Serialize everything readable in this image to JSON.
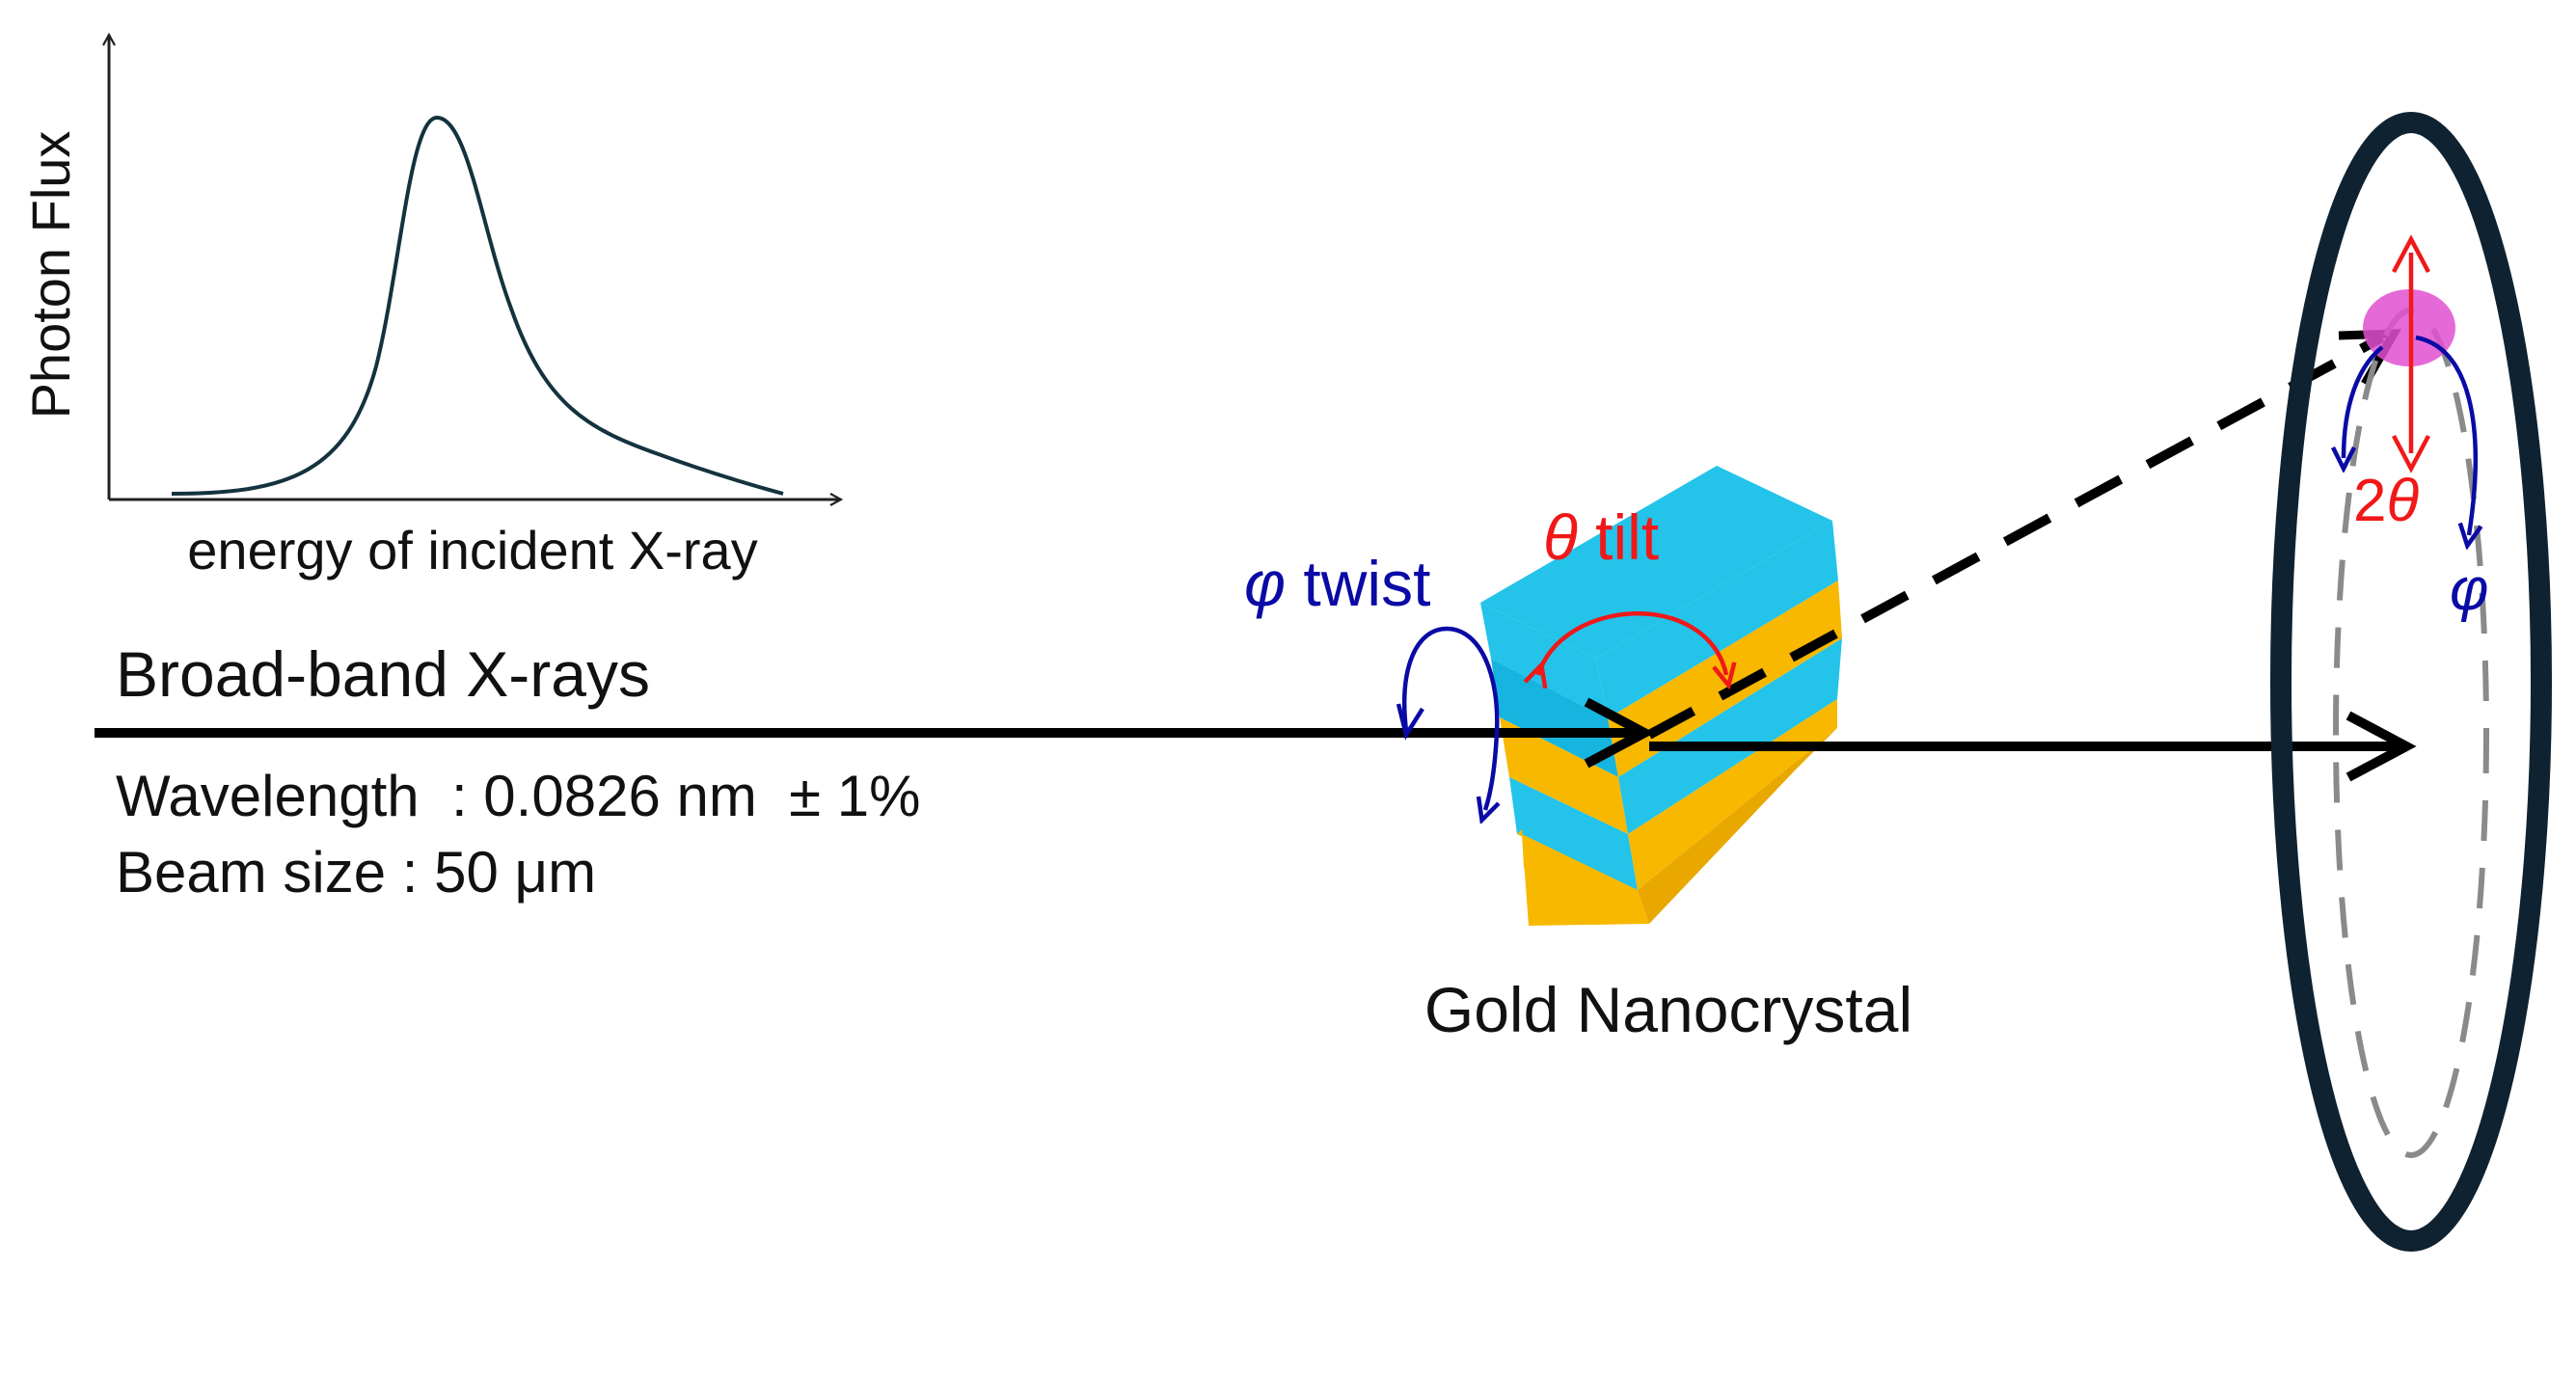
{
  "spectrum_inset": {
    "ylabel": "Photon Flux",
    "xlabel": "energy of incident X-ray"
  },
  "beam": {
    "title": "Broad-band X-rays",
    "wavelength": "Wavelength  : 0.0826 nm  ± 1%",
    "beam_size": "Beam size : 50 μm"
  },
  "crystal": {
    "label": "Gold Nanocrystal",
    "twist_symbol": "φ",
    "twist_word": " twist",
    "tilt_symbol": "θ",
    "tilt_word": " tilt"
  },
  "detector": {
    "two_theta_prefix": "2",
    "two_theta_symbol": "θ",
    "phi_symbol": "φ"
  },
  "colors": {
    "ink": "#111111",
    "detector_ring": "#0f2231",
    "crystal_blue": "#23c3ea",
    "crystal_gold": "#f8b800",
    "rotation_blue": "#0a0aa6",
    "rotation_red": "#f01818",
    "spot_pink": "#e050d0",
    "ring_dashed": "#8a8a8a"
  }
}
